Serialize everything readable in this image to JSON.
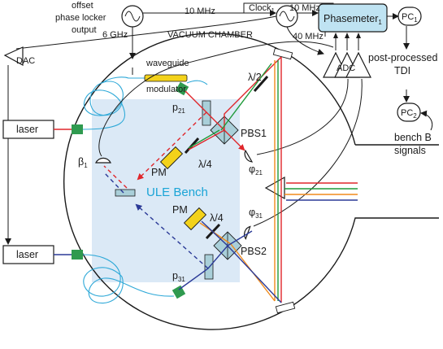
{
  "labels": {
    "offset_locker": [
      "offset",
      "phase locker",
      "output"
    ],
    "dac": "DAC",
    "six_ghz": "6 GHz",
    "ten_mhz_left": "10 MHz",
    "clock": "Clock",
    "clock_sub": "1",
    "ten_mhz_right": "10 MHz",
    "phasemeter": "Phasemeter",
    "phasemeter_sub": "1",
    "pc1": "PC",
    "pc1_sub": "1",
    "pc2": "PC",
    "pc2_sub": "2",
    "vacuum": "VACUUM CHAMBER",
    "forty_mhz": "40 MHz",
    "adc": "ADC",
    "post_processed": [
      "post-processed",
      "TDI"
    ],
    "bench_b": [
      "bench B",
      "signals"
    ],
    "waveguide": [
      "waveguide",
      "modulator"
    ],
    "lambda2": "λ/2",
    "p21": "p",
    "p21_sub": "21",
    "laser_top": "laser",
    "pbs1": "PBS1",
    "pm_top": "PM",
    "lambda4_top": "λ/4",
    "phi21": "φ",
    "phi21_sub": "21",
    "beta1": "β",
    "beta1_sub": "1",
    "ule_bench": "ULE Bench",
    "phi31": "φ",
    "phi31_sub": "31",
    "pm_bottom": "PM",
    "lambda4_bottom": "λ/4",
    "laser_bottom": "laser",
    "pbs2": "PBS2",
    "p31": "p",
    "p31_sub": "31"
  },
  "colors": {
    "red_beam": "#e0262b",
    "blue_beam": "#2b3a97",
    "green_beam": "#1f9a3a",
    "orange_beam": "#f08a1c",
    "fiber": "#2fa9d8",
    "ule": "#dbe9f6",
    "phasemeter_fill": "#bfe3f2",
    "mirror_fill": "#a9cfd9",
    "pm_fill": "#f3d21a",
    "fiber_coupler": "#2f9a4f"
  },
  "icons": {
    "oscillator": "sine-wave-icon",
    "adc": "triangle-amplifier-icon",
    "dac": "triangle-amplifier-icon",
    "photodiode": "photodiode-icon",
    "telescope": "telescope-icon"
  }
}
